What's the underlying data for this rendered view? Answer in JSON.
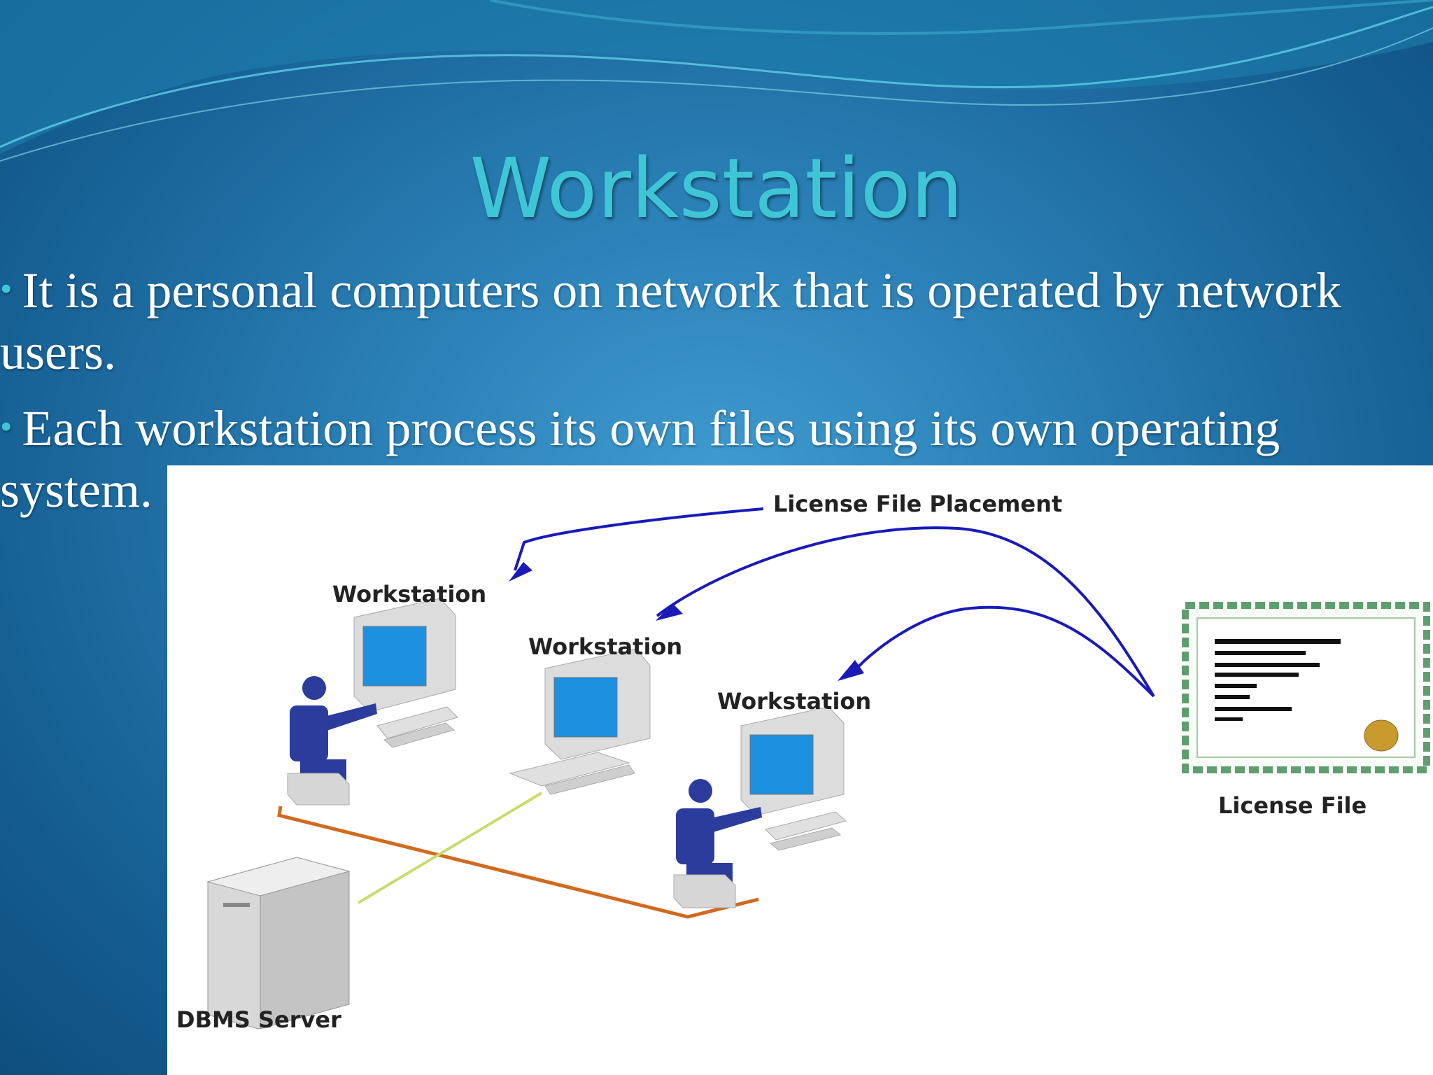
{
  "slide": {
    "title": "Workstation",
    "bullets": [
      "It is a personal computers on network that is operated by network users.",
      "Each workstation process its own files using its own operating system."
    ],
    "bullet_symbol": "•"
  },
  "diagram": {
    "arrow_label": "License File Placement",
    "workstation_labels": [
      "Workstation",
      "Workstation",
      "Workstation"
    ],
    "server_label": "DBMS Server",
    "license_label": "License File"
  },
  "colors": {
    "title": "#3ec6d6",
    "arrow": "#1a1ab8",
    "cable_orange": "#d2691e",
    "cable_green": "#c6dc6e",
    "monitor_screen": "#1e90e0",
    "user_figure": "#2b3c9c"
  }
}
